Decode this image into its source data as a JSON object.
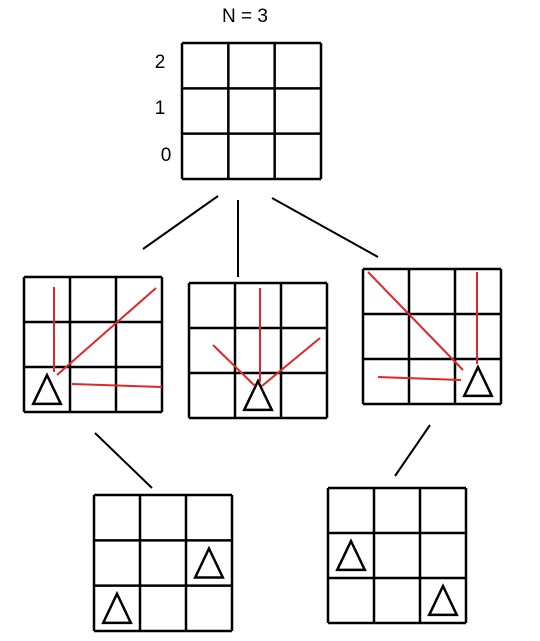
{
  "title": "N = 3",
  "row_labels": [
    "2",
    "1",
    "0"
  ],
  "colors": {
    "grid": "#000000",
    "attack_line": "#e0262b",
    "queen_marker": "#000000"
  },
  "board_size": 3,
  "boards": [
    {
      "id": "root",
      "queens": []
    },
    {
      "id": "level1-col0",
      "queens": [
        [
          0,
          0
        ]
      ]
    },
    {
      "id": "level1-col1",
      "queens": [
        [
          0,
          1
        ]
      ]
    },
    {
      "id": "level1-col2",
      "queens": [
        [
          0,
          2
        ]
      ]
    },
    {
      "id": "level2-from-col0",
      "queens": [
        [
          0,
          0
        ],
        [
          1,
          2
        ]
      ]
    },
    {
      "id": "level2-from-col2",
      "queens": [
        [
          0,
          2
        ],
        [
          1,
          0
        ]
      ]
    }
  ],
  "queen_icon": "triangle-icon"
}
